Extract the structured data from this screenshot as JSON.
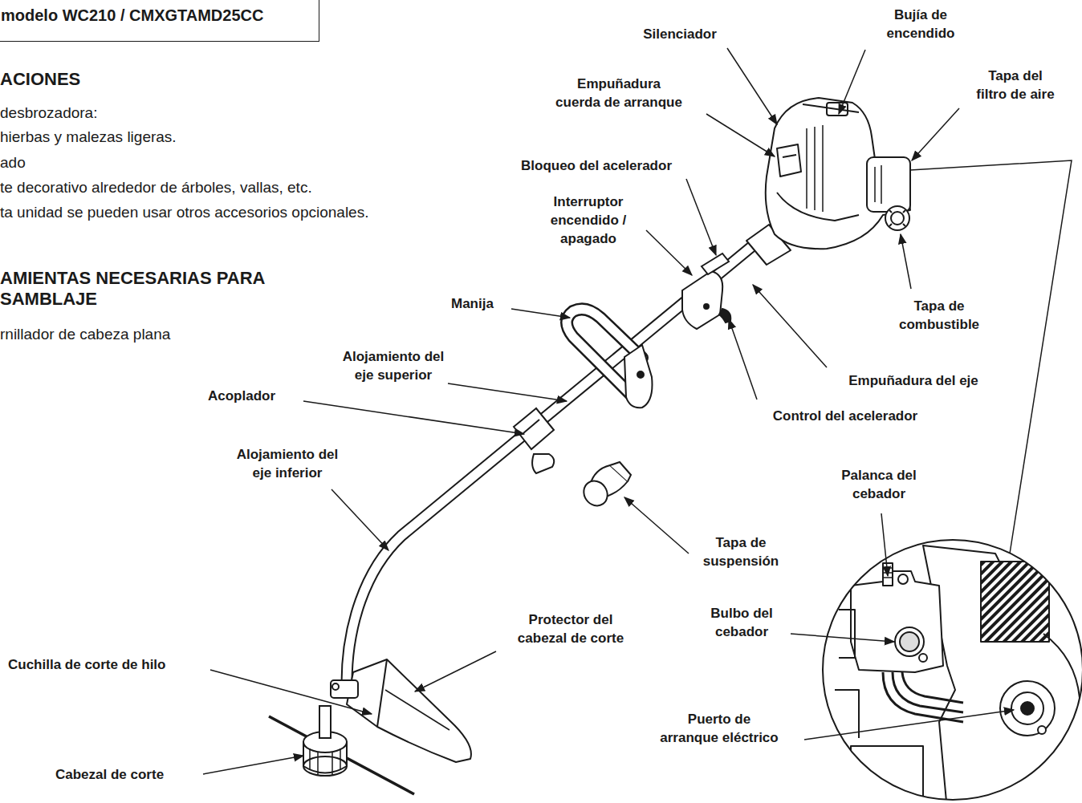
{
  "diagram": {
    "nodes": [
      {
        "text": [
          "modelo WC210 / CMXGTAMD25CC"
        ]
      }
    ],
    "labels": [
      "ACIONES",
      "desbrozadora:",
      "hierbas y malezas ligeras.",
      "ado",
      "te decorativo alrededor de árboles, vallas, etc.",
      "ta unidad se pueden usar otros accesorios opcionales.",
      "AMIENTAS NECESARIAS PARA SAMBLAJE",
      "rnillador de cabeza plana",
      "Silenciador",
      "Bujía de encendido",
      "Empuñadura cuerda de arranque",
      "Tapa del filtro de aire",
      "Bloqueo del acelerador",
      "Interruptor encendido / apagado",
      "Manija",
      "Tapa de combustible",
      "Alojamiento del eje superior",
      "Empuñadura del eje",
      "Acoplador",
      "Control del acelerador",
      "Alojamiento del eje inferior",
      "Palanca del cebador",
      "Tapa de suspensión",
      "Bulbo del cebador",
      "Protector del cabezal de corte",
      "Cuchilla de corte de hilo",
      "Puerto de arranque eléctrico",
      "Cabezal de corte"
    ]
  }
}
